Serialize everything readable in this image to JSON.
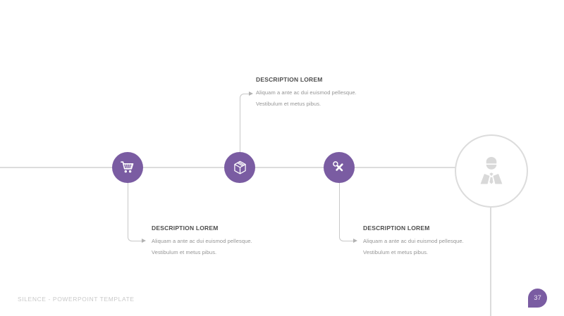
{
  "colors": {
    "accent_purple": "#7a5ca2",
    "timeline_gray": "#dcdcdc",
    "connector_gray": "#c8c8c8",
    "heading_text": "#4d4d4d",
    "body_text": "#939393",
    "footer_text": "#c9c9c9",
    "silhouette_gray": "#d9d9d9"
  },
  "icons": {
    "step1": "shopping-cart-icon",
    "step2": "package-box-icon",
    "step3": "tools-icon",
    "step4": "businessman-icon"
  },
  "descriptions": {
    "top": {
      "heading": "DESCRIPTION LOREM",
      "body1": "Aliquam a ante ac dui euismod pellesque.",
      "body2": "Vestibulum et metus pibus."
    },
    "bottom_left": {
      "heading": "DESCRIPTION LOREM",
      "body1": "Aliquam a ante ac dui euismod pellesque.",
      "body2": "Vestibulum et metus pibus."
    },
    "bottom_right": {
      "heading": "DESCRIPTION LOREM",
      "body1": "Aliquam a ante ac dui euismod pellesque.",
      "body2": "Vestibulum et metus pibus."
    }
  },
  "footer": {
    "label": "SILENCE - POWERPOINT TEMPLATE"
  },
  "page_badge": {
    "number": "37"
  }
}
